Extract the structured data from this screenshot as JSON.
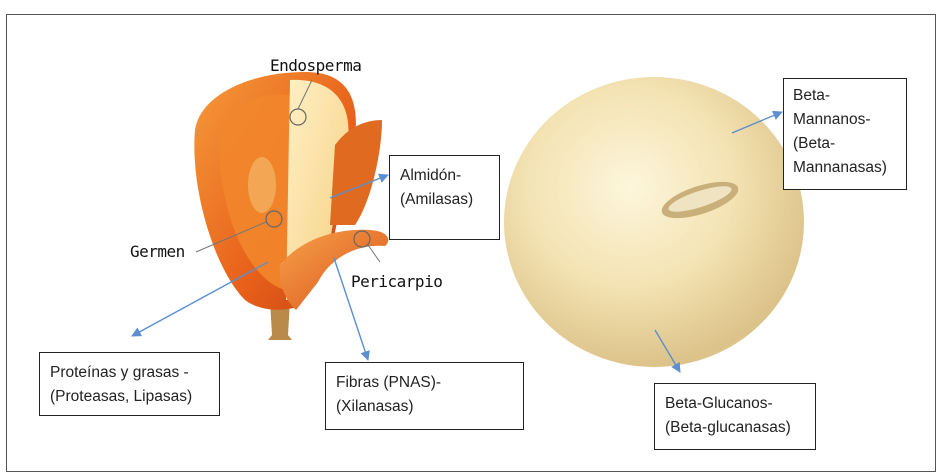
{
  "diagram": {
    "grain_labels": {
      "endosperm": "Endosperma",
      "germ": "Germen",
      "pericarp": "Pericarpio"
    },
    "boxes": {
      "almidon": [
        "Almidón-",
        "(Amilasas)"
      ],
      "proteinas": [
        "Proteínas y grasas -",
        "(Proteasas, Lipasas)"
      ],
      "fibras": [
        "Fibras (PNAS)-",
        "(Xilanasas)"
      ],
      "beta_mannanos": [
        "Beta-",
        "Mannanos-",
        "(Beta-",
        "Mannanasas)"
      ],
      "beta_glucanos": [
        "Beta-Glucanos-",
        "(Beta-glucanasas)"
      ]
    },
    "colors": {
      "arrow": "#5b8fd0",
      "corn_outer": "#f07a1c",
      "corn_endosperm": "#fbe6b5",
      "soy": "#f3e2b0"
    }
  }
}
